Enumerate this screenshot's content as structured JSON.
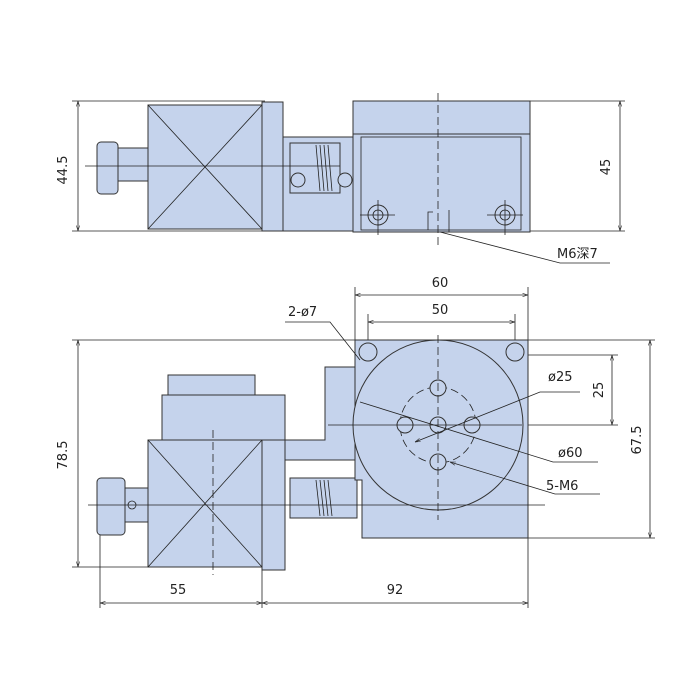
{
  "top_view": {
    "dim_height_left": "44.5",
    "dim_height_right": "45",
    "thread_label": "M6深7"
  },
  "bottom_view": {
    "dim_width_outer": "60",
    "dim_width_inner": "50",
    "mount_holes_label": "2-ø7",
    "bolt_circle_label": "ø25",
    "dim_offset": "25",
    "table_diameter_label": "ø60",
    "tapped_holes_label": "5-M6",
    "dim_total_height": "78.5",
    "dim_stage_height": "67.5",
    "dim_motor_length": "55",
    "dim_stage_length": "92"
  },
  "colors": {
    "body": "#c5d3ec",
    "line": "#222222"
  }
}
